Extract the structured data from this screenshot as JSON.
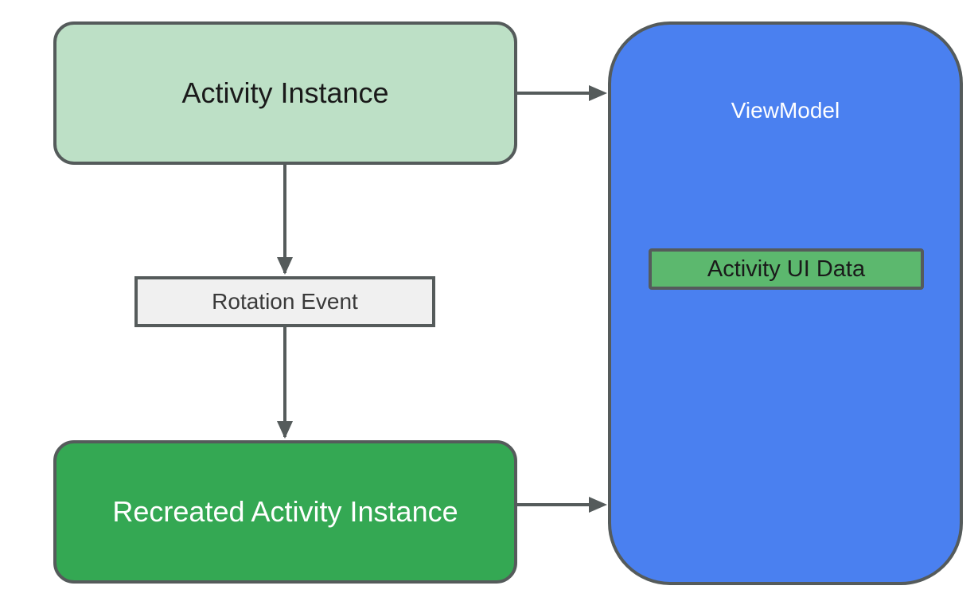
{
  "nodes": {
    "activity_instance": {
      "label": "Activity Instance",
      "fill": "#bde0c6"
    },
    "rotation_event": {
      "label": "Rotation Event",
      "fill": "#f0f0f0"
    },
    "recreated_activity_instance": {
      "label": "Recreated Activity Instance",
      "fill": "#34a853"
    },
    "viewmodel": {
      "label": "ViewModel",
      "fill": "#4a80f0"
    },
    "activity_ui_data": {
      "label": "Activity UI Data",
      "fill": "#5cb86e"
    }
  },
  "edges": [
    {
      "from": "activity_instance",
      "to": "rotation_event"
    },
    {
      "from": "rotation_event",
      "to": "recreated_activity_instance"
    },
    {
      "from": "activity_instance",
      "to": "viewmodel"
    },
    {
      "from": "recreated_activity_instance",
      "to": "viewmodel"
    }
  ],
  "colors": {
    "stroke": "#555b5b"
  }
}
